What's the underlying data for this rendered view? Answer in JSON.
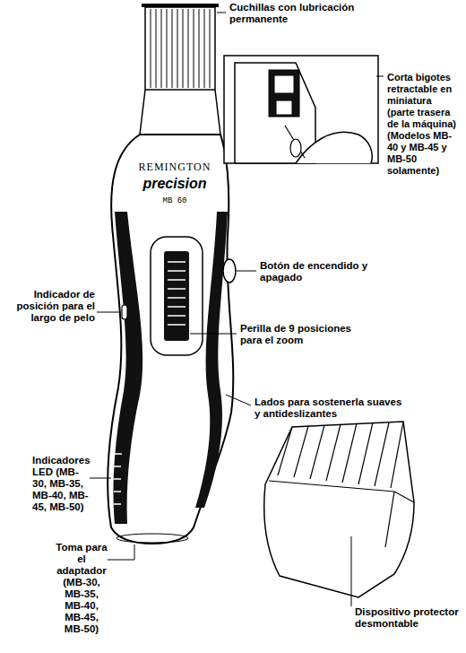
{
  "diagram": {
    "labels": [
      "Cuchillas con lubricación permanente",
      "Corta bigotes retractable en miniatura (parte trasera de la máquina) (Modelos MB-40 y MB-45 y MB-50 solamente)",
      "REMINGTON",
      "precision",
      "MB 60",
      "Botón de encendido y apagado",
      "Indicador de posición para el largo de pelo",
      "Perilla de 9 posiciones para el zoom",
      "Lados para sostenerla suaves y antideslizantes",
      "Indicadores LED (MB-30, MB-35, MB-40, MB-45, MB-50)",
      "Toma para el adaptador (MB-30, MB-35, MB-40, MB-45, MB-50)",
      "Dispositivo protector desmontable"
    ]
  }
}
